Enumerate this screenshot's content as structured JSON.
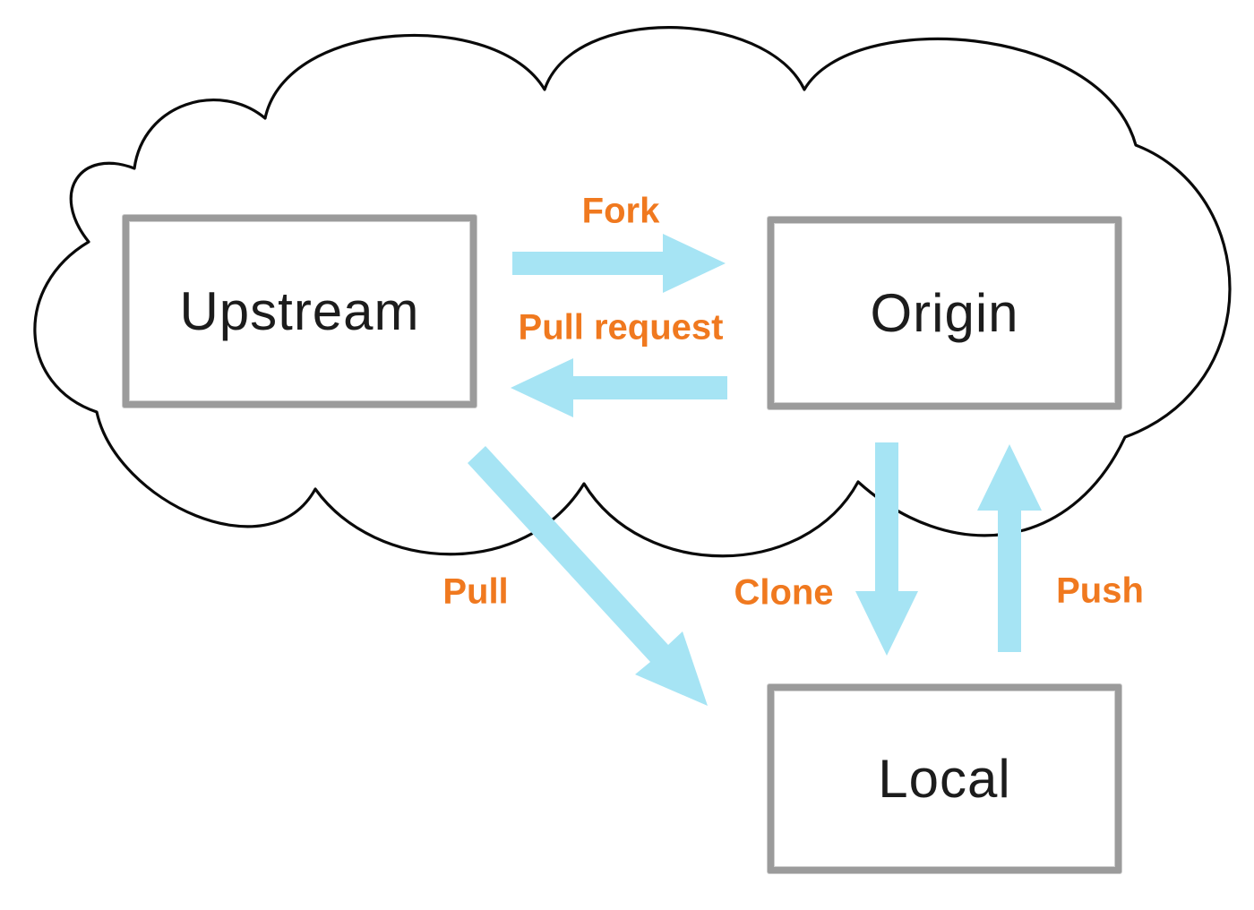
{
  "diagram": {
    "colors": {
      "arrow_fill": "#A6E4F4",
      "arrow_label": "#F0791F",
      "box_border": "#9B9B9B",
      "cloud_outline": "#0A0A0A",
      "node_text": "#1C1C1C",
      "background": "#FFFFFF"
    },
    "cloud": {
      "name": "remote-hosting-cloud"
    },
    "nodes": [
      {
        "id": "upstream",
        "label": "Upstream",
        "inside_cloud": true
      },
      {
        "id": "origin",
        "label": "Origin",
        "inside_cloud": true
      },
      {
        "id": "local",
        "label": "Local",
        "inside_cloud": false
      }
    ],
    "arrows": [
      {
        "id": "fork",
        "label": "Fork",
        "from": "Upstream",
        "to": "Origin",
        "direction": "right"
      },
      {
        "id": "pull-request",
        "label": "Pull request",
        "from": "Origin",
        "to": "Upstream",
        "direction": "left"
      },
      {
        "id": "clone",
        "label": "Clone",
        "from": "Origin",
        "to": "Local",
        "direction": "down"
      },
      {
        "id": "push",
        "label": "Push",
        "from": "Local",
        "to": "Origin",
        "direction": "up"
      },
      {
        "id": "pull",
        "label": "Pull",
        "from": "Upstream",
        "to": "Local",
        "direction": "down-right"
      }
    ]
  }
}
